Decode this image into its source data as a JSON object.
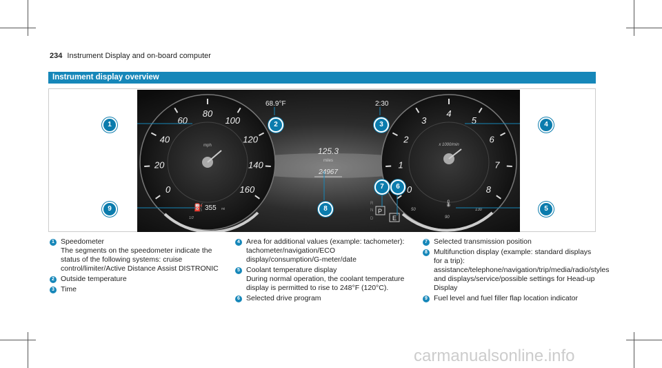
{
  "header": {
    "page_number": "234",
    "section": "Instrument Display and on-board computer"
  },
  "section_title": "Instrument display overview",
  "display": {
    "temperature": "68.9°F",
    "time": "2:30",
    "distance": "125.3",
    "distance_unit": "miles",
    "odometer": "24967",
    "range": "355",
    "range_unit": "mi",
    "fuel_half": "1/2",
    "speed_unit": "mph",
    "rpm_unit": "x 1000/min",
    "gear": "P",
    "drive_program": "E",
    "gear_list": [
      "R",
      "N",
      "D"
    ],
    "speed_labels": [
      "0",
      "20",
      "40",
      "60",
      "80",
      "100",
      "120",
      "140",
      "160"
    ],
    "rpm_labels": [
      "0",
      "1",
      "2",
      "3",
      "4",
      "5",
      "6",
      "7",
      "8"
    ],
    "coolant_labels": [
      "50",
      "90",
      "130"
    ]
  },
  "callouts": [
    "1",
    "2",
    "3",
    "4",
    "5",
    "6",
    "7",
    "8",
    "9"
  ],
  "legend": [
    {
      "n": "1",
      "title": "Speedometer",
      "detail": "The segments on the speedometer indicate the status of the following systems: cruise control/limiter/Active Distance Assist DISTRONIC"
    },
    {
      "n": "2",
      "title": "Outside temperature",
      "detail": ""
    },
    {
      "n": "3",
      "title": "Time",
      "detail": ""
    },
    {
      "n": "4",
      "title": "Area for additional values (example: tachometer): tachometer/navigation/ECO display/consumption/G-meter/date",
      "detail": ""
    },
    {
      "n": "5",
      "title": "Coolant temperature display",
      "detail": "During normal operation, the coolant temperature display is permitted to rise to 248°F (120°C)."
    },
    {
      "n": "6",
      "title": "Selected drive program",
      "detail": ""
    },
    {
      "n": "7",
      "title": "Selected transmission position",
      "detail": ""
    },
    {
      "n": "8",
      "title": "Multifunction display (example: standard displays for a trip): assistance/telephone/navigation/trip/media/radio/styles and displays/service/possible settings for Head-up Display",
      "detail": ""
    },
    {
      "n": "9",
      "title": "Fuel level and fuel filler flap location indicator",
      "detail": ""
    }
  ],
  "watermark": "carmanualsonline.info"
}
